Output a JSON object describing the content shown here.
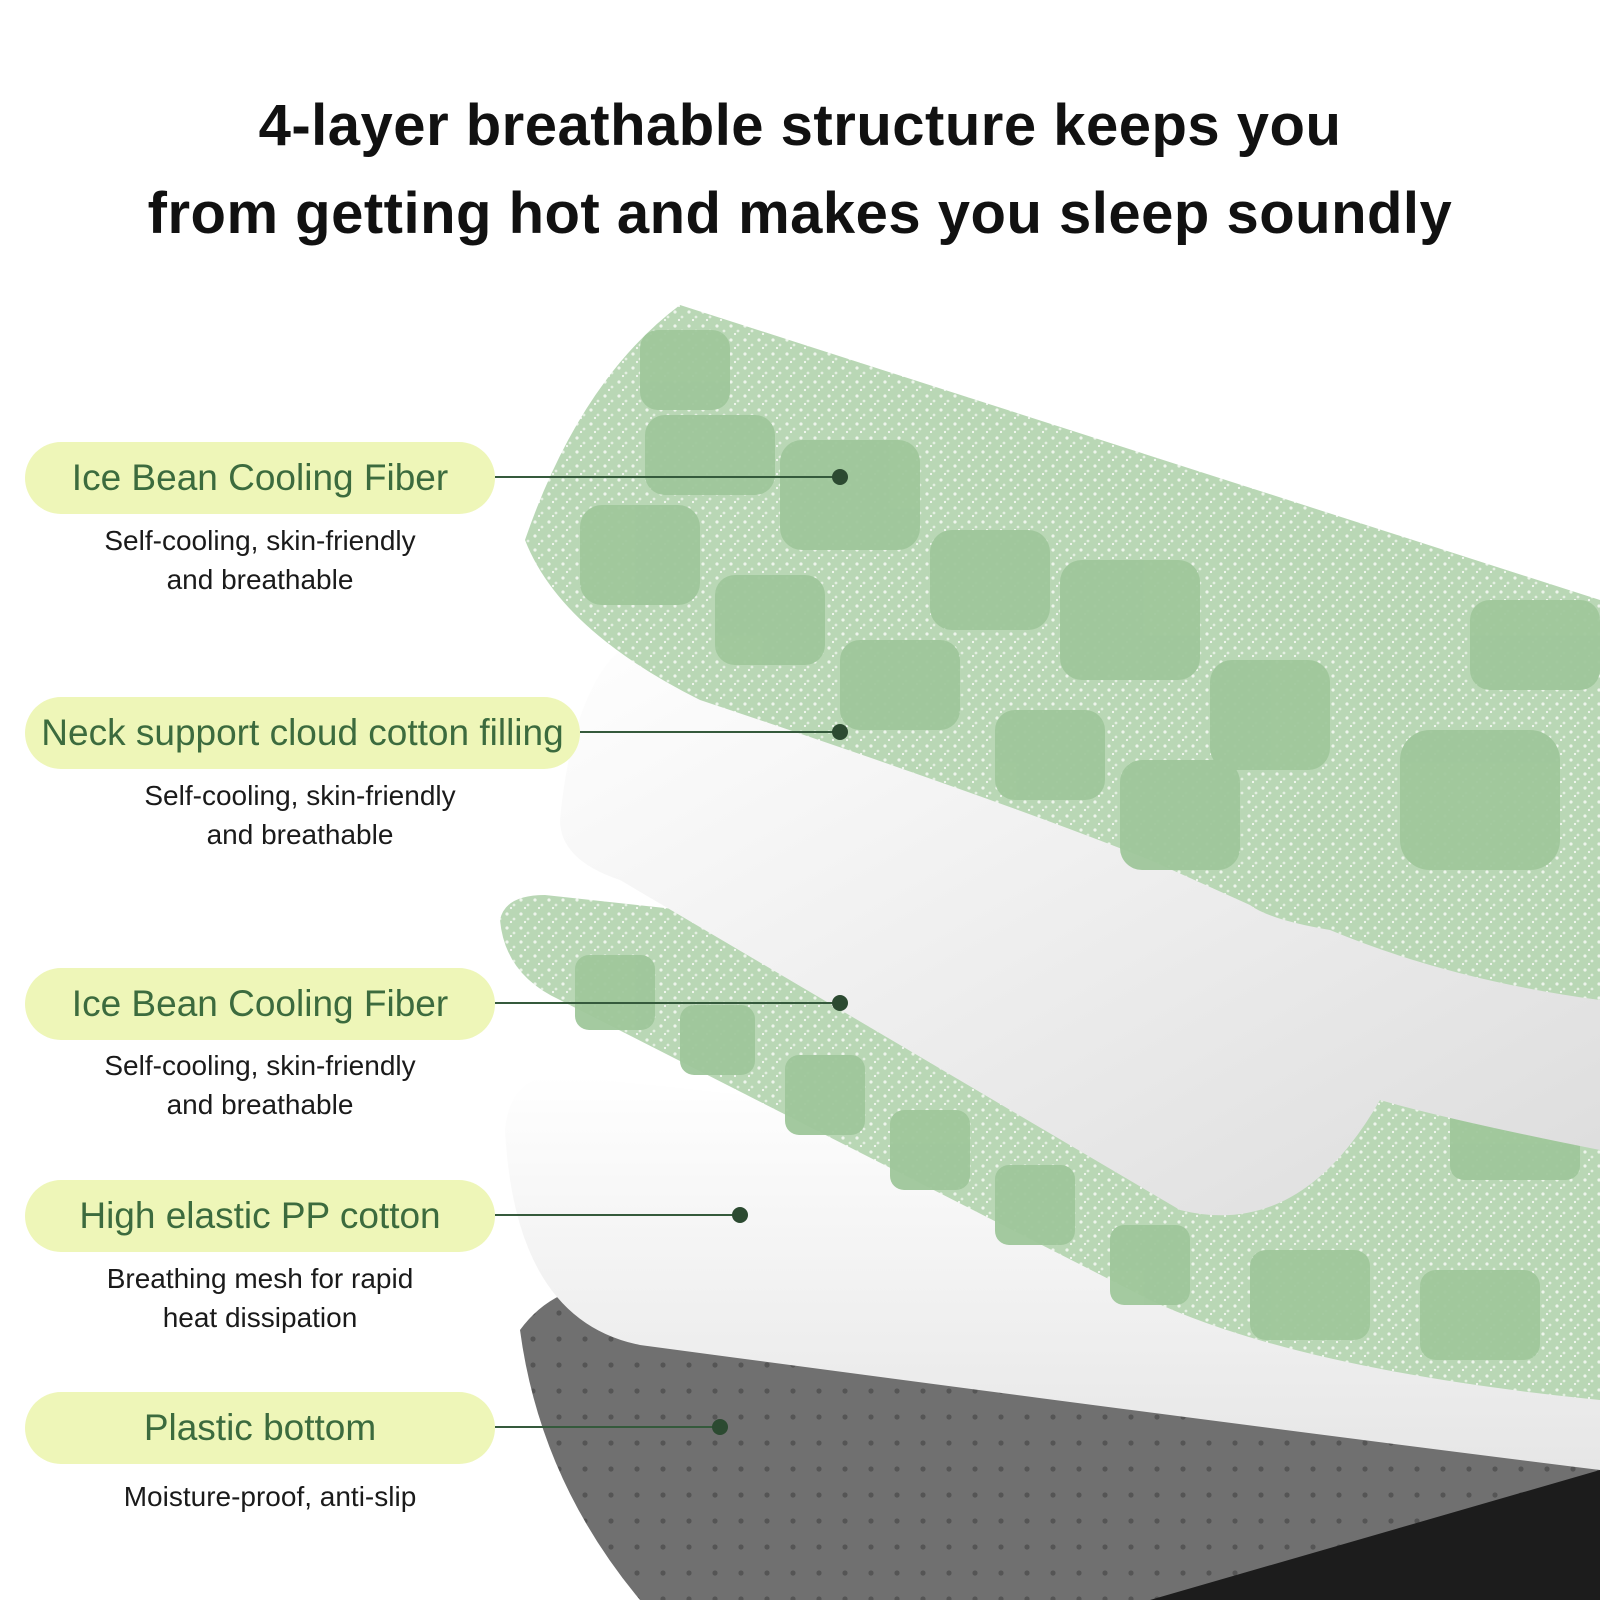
{
  "headline": {
    "line1": "4-layer breathable structure keeps you",
    "line2": "from getting hot and makes you sleep soundly"
  },
  "layers": [
    {
      "label": "Ice Bean Cooling Fiber",
      "desc1": "Self-cooling, skin-friendly",
      "desc2": "and breathable"
    },
    {
      "label": "Neck support cloud cotton filling",
      "desc1": "Self-cooling, skin-friendly",
      "desc2": "and breathable"
    },
    {
      "label": "Ice Bean Cooling Fiber",
      "desc1": "Self-cooling, skin-friendly",
      "desc2": "and breathable"
    },
    {
      "label": "High elastic PP cotton",
      "desc1": "Breathing mesh for rapid",
      "desc2": "heat dissipation"
    },
    {
      "label": "Plastic bottom",
      "desc1": "Moisture-proof, anti-slip",
      "desc2": ""
    }
  ],
  "colors": {
    "label_pill": "#eef6b8",
    "label_text": "#3c6b3e",
    "fiber_green": "#a9cfa6",
    "cotton_white": "#f2f2f2",
    "bottom_gray": "#6f6f6f"
  }
}
